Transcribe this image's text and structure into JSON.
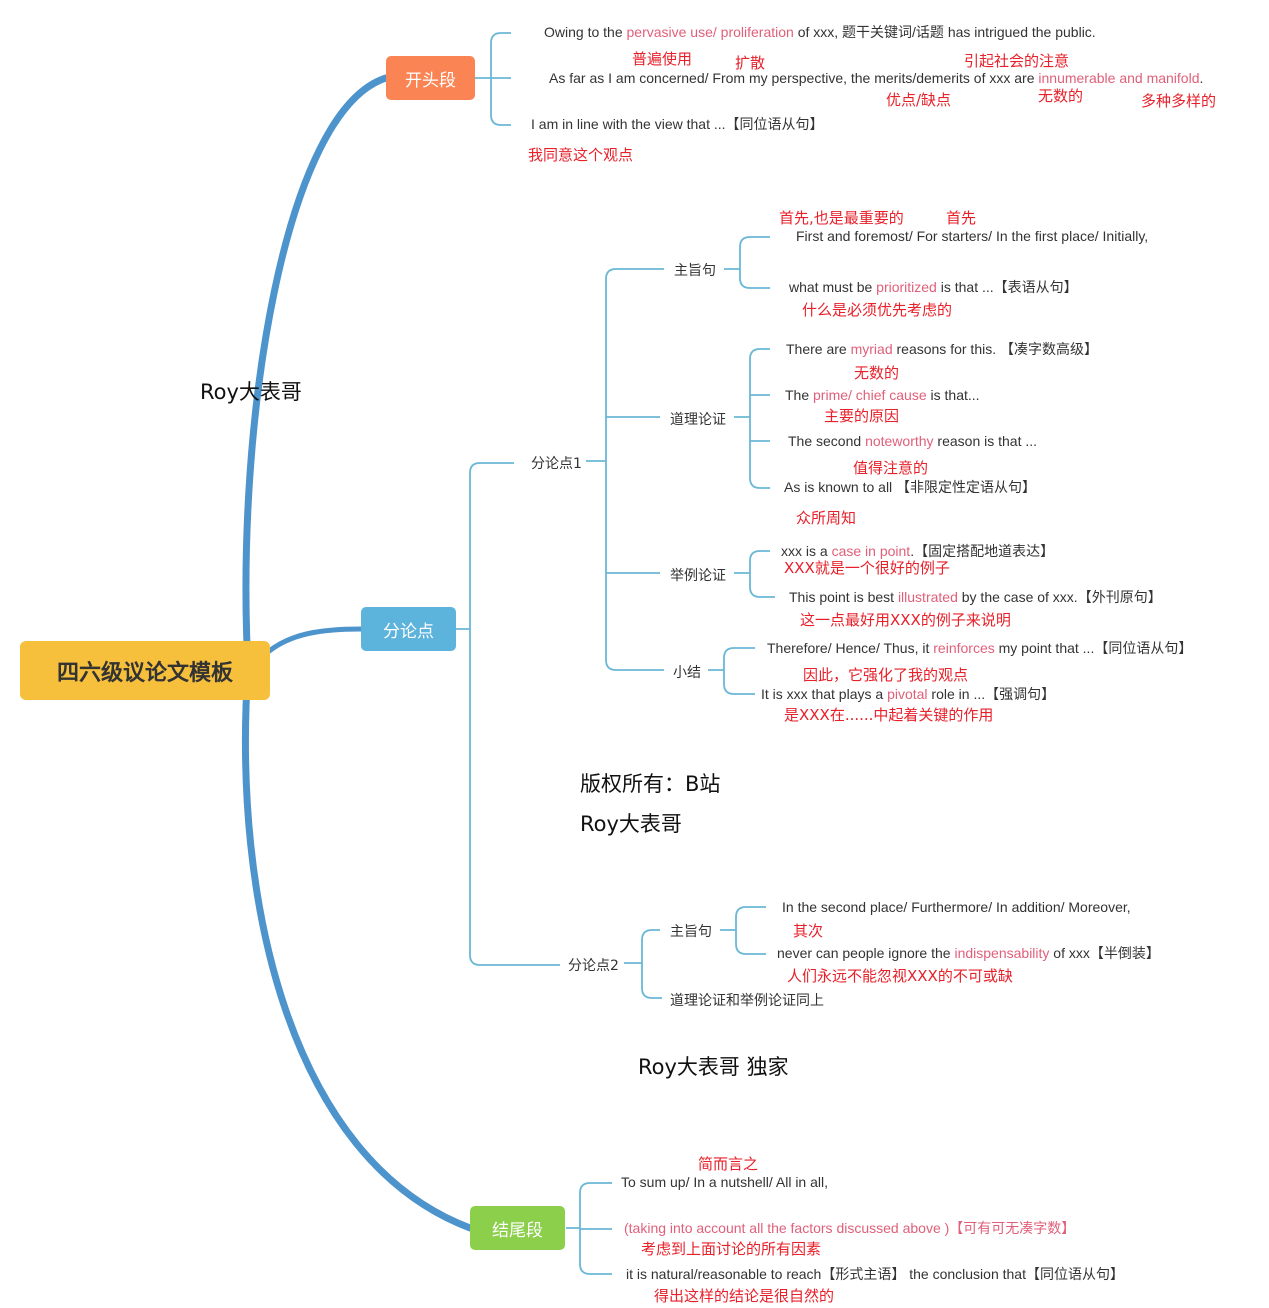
{
  "root": {
    "title": "四六级议论文模板"
  },
  "watermarks": {
    "left": "Roy大表哥",
    "copyright": "版权所有：B站",
    "author": "Roy大表哥",
    "exclusive": "Roy大表哥 独家"
  },
  "branches": {
    "opening": "开头段",
    "points": "分论点",
    "closing": "结尾段"
  },
  "opening": {
    "s1": {
      "pre": "Owing to the ",
      "hl": "pervasive use/ proliferation",
      "post": " of xxx, 题干关键词/话题 has intrigued the public."
    },
    "s2": {
      "pre": "As far as I am concerned/ From my perspective,  the merits/demerits of xxx are ",
      "hl": "innumerable and manifold",
      "post": "."
    },
    "s3": "I am in line with the view that ...【同位语从句】",
    "notes": {
      "pervasive": "普遍使用",
      "proliferation": "扩散",
      "intrigued": "引起社会的注意",
      "merits": "优点/缺点",
      "innumerable": "无数的",
      "manifold": "多种多样的",
      "agree": "我同意这个观点"
    }
  },
  "point1": {
    "label": "分论点1",
    "thesis": {
      "label": "主旨句",
      "s1": "First and foremost/ For starters/ In the first place/ Initially,",
      "s2": {
        "pre": "what must be ",
        "hl": "prioritized",
        "post": " is that ...【表语从句】"
      },
      "notes": {
        "foremost": "首先,也是最重要的",
        "first": "首先",
        "prioritized": "什么是必须优先考虑的"
      }
    },
    "reasoning": {
      "label": "道理论证",
      "s1": {
        "pre": "There are ",
        "hl": "myriad",
        "post": " reasons for this. 【凑字数高级】"
      },
      "s2": {
        "pre": "The ",
        "hl": "prime/ chief cause",
        "post": " is that..."
      },
      "s3": {
        "pre": "The second ",
        "hl": "noteworthy",
        "post": " reason is that ..."
      },
      "s4": "As is known to all 【非限定性定语从句】",
      "notes": {
        "myriad": "无数的",
        "prime": "主要的原因",
        "noteworthy": "值得注意的",
        "known": "众所周知"
      }
    },
    "example": {
      "label": "举例论证",
      "s1": {
        "pre": "xxx is a ",
        "hl": "case in point",
        "post": ".【固定搭配地道表达】"
      },
      "s2": {
        "pre": "This point is best ",
        "hl": "illustrated",
        "post": " by the case of xxx.【外刊原句】"
      },
      "notes": {
        "case": "XXX就是一个很好的例子",
        "illustrated": "这一点最好用XXX的例子来说明"
      }
    },
    "summary": {
      "label": "小结",
      "s1": {
        "pre": "Therefore/ Hence/ Thus, it ",
        "hl": "reinforces",
        "post": " my point that ...【同位语从句】"
      },
      "s2": {
        "pre": "It is xxx that plays a ",
        "hl": "pivotal",
        "post": " role in ...【强调句】"
      },
      "notes": {
        "reinforces": "因此，它强化了我的观点",
        "pivotal": "是XXX在......中起着关键的作用"
      }
    }
  },
  "point2": {
    "label": "分论点2",
    "thesis": {
      "label": "主旨句",
      "s1": "In the second place/ Furthermore/ In addition/ Moreover,",
      "s2": {
        "pre": "never can people ignore the ",
        "hl": "indispensability",
        "post": " of xxx【半倒装】"
      },
      "notes": {
        "second": "其次",
        "indispensability": "人们永远不能忽视XXX的不可或缺"
      }
    },
    "same": "道理论证和举例论证同上"
  },
  "closing": {
    "s1": "To sum up/ In a nutshell/ All in all,",
    "s2": "(taking into account all the factors discussed above )【可有可无凑字数】",
    "s3": "it is natural/reasonable to reach【形式主语】 the conclusion that【同位语从句】",
    "notes": {
      "sum": "简而言之",
      "factors": "考虑到上面讨论的所有因素",
      "natural": "得出这样的结论是很自然的"
    }
  },
  "colors": {
    "root": "#f6bf3c",
    "opening": "#fa8454",
    "points": "#5cb3dc",
    "closing": "#8bcf4b",
    "trunk": "#4d94cd",
    "connector": "#6ab7d6",
    "highlight": "#e0607a",
    "note": "#e8202a"
  }
}
